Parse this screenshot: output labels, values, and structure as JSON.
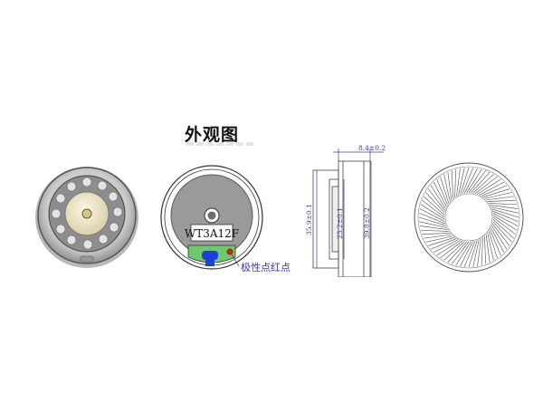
{
  "page": {
    "title": "外观图"
  },
  "back_view": {
    "model_label": "WT3A12F",
    "polarity_note": "极性点红点"
  },
  "side_view": {
    "dim_thickness": "8.4±0.2",
    "dim_outer_small": "35.9±0.1",
    "dim_inner": "23.2±0.1",
    "dim_outer": "39.8±0.2"
  },
  "colors": {
    "dimension_blue": "#3b3bb0",
    "polarity_red": "#d21e1e",
    "terminal_blue": "#1f3fd6",
    "pcb_green": "#5fc45f"
  }
}
